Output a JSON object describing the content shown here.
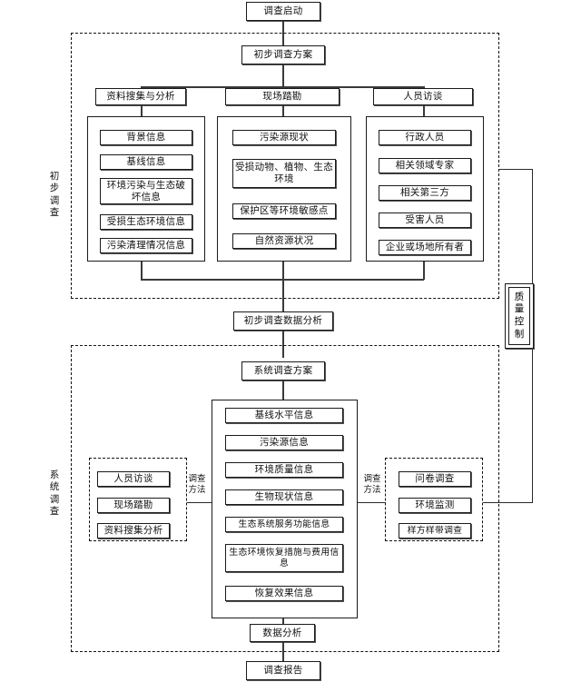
{
  "diagram": {
    "title_node": "调查启动",
    "end_node": "调查报告",
    "mid_node": "初步调查数据分析",
    "quality_control": {
      "chars": [
        "质",
        "量",
        "控",
        "制"
      ]
    },
    "phase1": {
      "vertical_label": [
        "初",
        "步",
        "调",
        "查"
      ],
      "plan_node": "初步调查方案",
      "columns": [
        {
          "header": "资料搜集与分析",
          "items": [
            "背景信息",
            "基线信息",
            "环境污染与生态破坏信息",
            "受损生态环境信息",
            "污染清理情况信息"
          ]
        },
        {
          "header": "现场踏勘",
          "items": [
            "污染源现状",
            "受损动物、植物、生态环境",
            "保护区等环境敏感点",
            "自然资源状况"
          ]
        },
        {
          "header": "人员访谈",
          "items": [
            "行政人员",
            "相关领域专家",
            "相关第三方",
            "受害人员",
            "企业或场地所有者"
          ]
        }
      ]
    },
    "phase2": {
      "vertical_label": [
        "系",
        "统",
        "调",
        "查"
      ],
      "plan_node": "系统调查方案",
      "center_items": [
        "基线水平信息",
        "污染源信息",
        "环境质量信息",
        "生物现状信息",
        "生态系统服务功能信息",
        "生态环境恢复措施与费用信息",
        "恢复效果信息"
      ],
      "left_method": {
        "label": [
          "调查",
          "方法"
        ],
        "items": [
          "人员访谈",
          "现场踏勘",
          "资料搜集分析"
        ]
      },
      "right_method": {
        "label": [
          "调查",
          "方法"
        ],
        "items": [
          "问卷调查",
          "环境监测",
          "样方样带调查"
        ]
      },
      "analysis_node": "数据分析"
    }
  },
  "colors": {
    "stroke": "#1a1a1a",
    "line": "#3a3a3a",
    "background": "#ffffff"
  }
}
